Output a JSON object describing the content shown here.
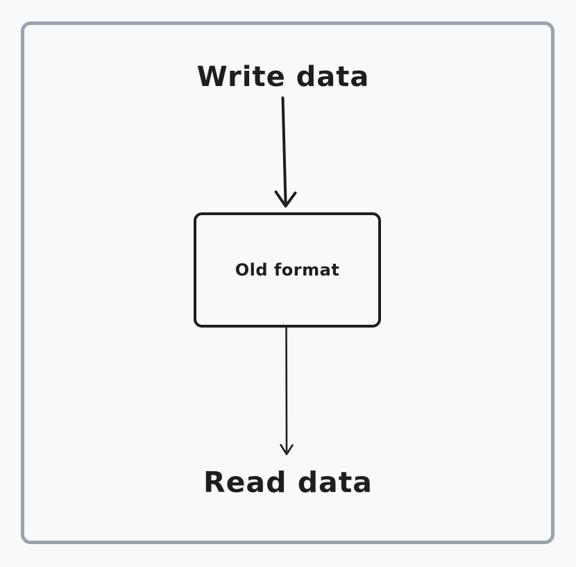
{
  "colors": {
    "background": "#f8f9fb",
    "ink": "#1e1e1e",
    "frame_border": "#9aa3ae"
  },
  "diagram": {
    "write_label": "Write data",
    "node_label": "Old format",
    "read_label": "Read data"
  },
  "icons": {
    "top_arrow": "down-arrow-icon",
    "bottom_arrow": "down-arrow-icon"
  }
}
